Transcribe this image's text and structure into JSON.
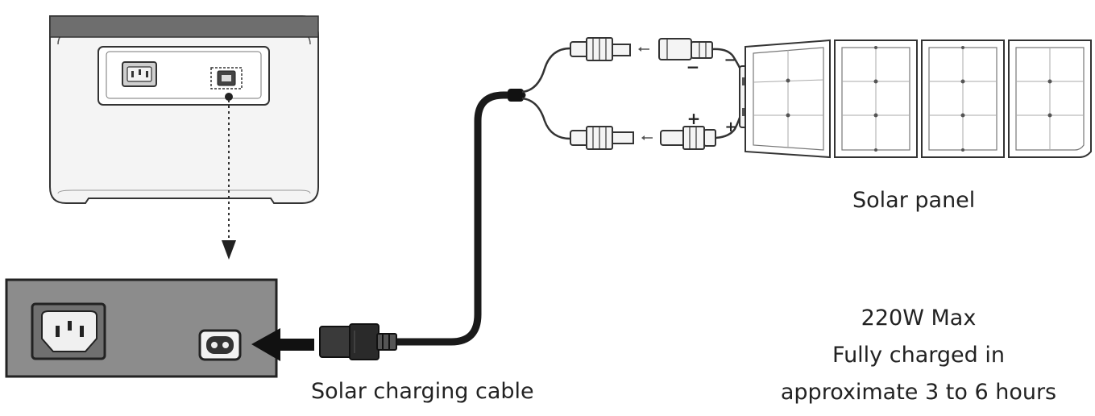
{
  "labels": {
    "solar_panel": "Solar panel",
    "charging_cable": "Solar charging cable"
  },
  "specs": {
    "max_power": "220W Max",
    "charge_line1": "Fully charged in",
    "charge_line2": "approximate 3 to 6 hours"
  },
  "polarity": {
    "negative": "−",
    "positive": "+"
  },
  "colors": {
    "port_panel_fill": "#8c8c8c",
    "cable": "#1a1a1a",
    "outline": "#2a2a2a"
  },
  "icons": {
    "station": "portable-power-station-icon",
    "panel": "solar-panel-icon",
    "connector": "mc4-connector-icon"
  }
}
